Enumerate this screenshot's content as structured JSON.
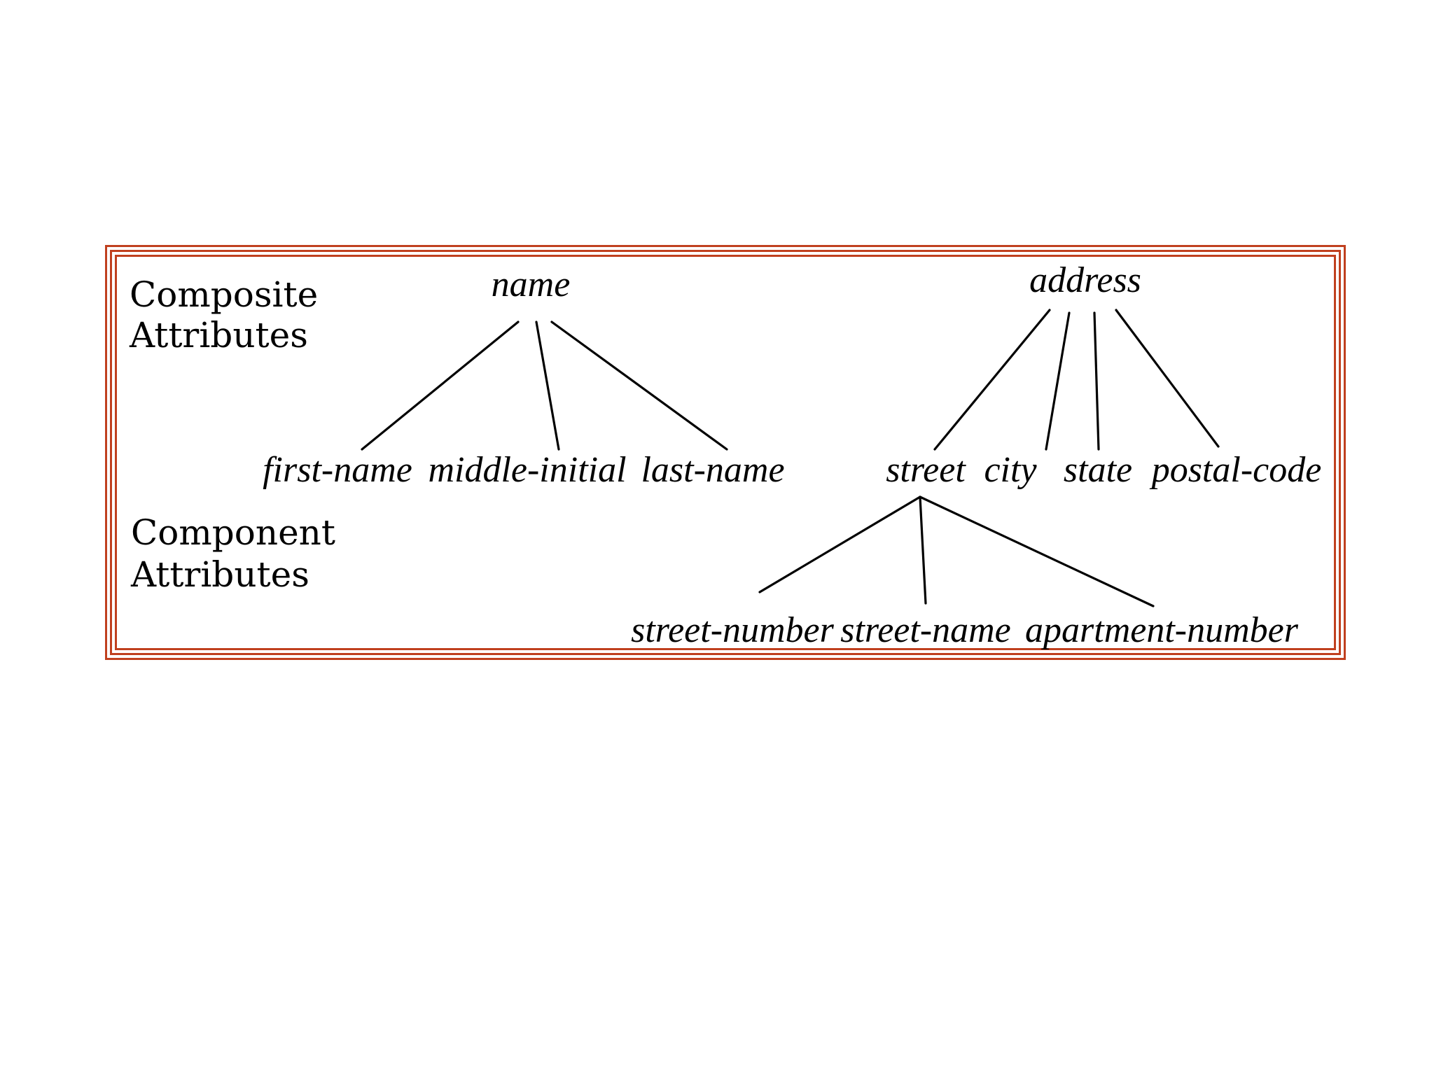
{
  "frame": {
    "border_color": "#c0401f"
  },
  "categories": {
    "composite": [
      "Composite",
      "Attributes"
    ],
    "component": [
      "Component",
      "Attributes"
    ]
  },
  "attributes": {
    "name": "name",
    "first_name": "first-name",
    "middle_initial": "middle-initial",
    "last_name": "last-name",
    "address": "address",
    "street": "street",
    "city": "city",
    "state": "state",
    "postal_code": "postal-code",
    "street_number": "street-number",
    "street_name": "street-name",
    "apartment_number": "apartment-number"
  },
  "edges": [
    {
      "from": "name",
      "to": "first-name"
    },
    {
      "from": "name",
      "to": "middle-initial"
    },
    {
      "from": "name",
      "to": "last-name"
    },
    {
      "from": "address",
      "to": "street"
    },
    {
      "from": "address",
      "to": "city"
    },
    {
      "from": "address",
      "to": "state"
    },
    {
      "from": "address",
      "to": "postal-code"
    },
    {
      "from": "street",
      "to": "street-number"
    },
    {
      "from": "street",
      "to": "street-name"
    },
    {
      "from": "street",
      "to": "apartment-number"
    }
  ]
}
